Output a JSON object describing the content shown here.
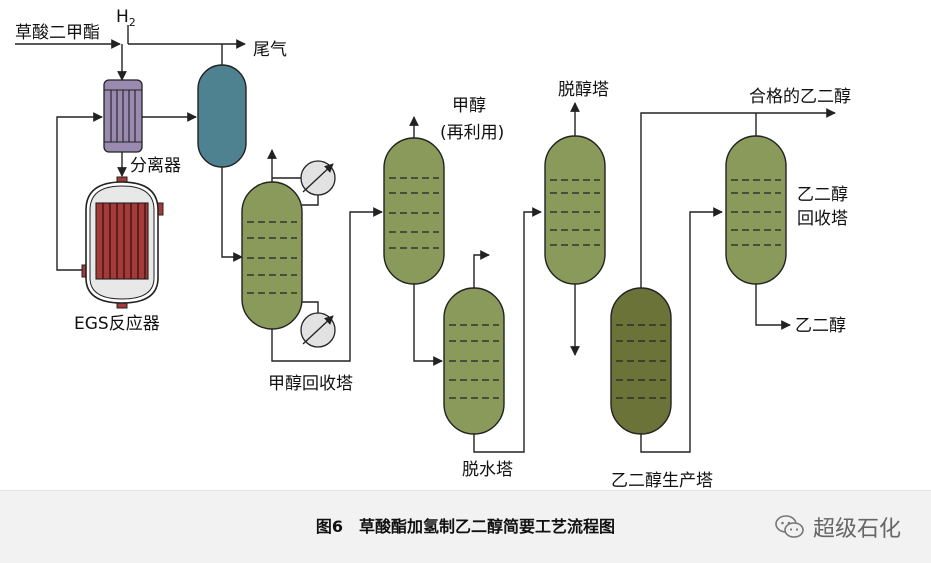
{
  "labels": {
    "feed": "草酸二甲酯",
    "h2": "H",
    "h2_sub": "2",
    "tail_gas": "尾气",
    "separator": "分离器",
    "egs_reactor": "EGS反应器",
    "methanol_recovery_tower": "甲醇回收塔",
    "methanol": "甲醇",
    "methanol_reuse": "(再利用)",
    "dealcohol_tower": "脱醇塔",
    "dehydration_tower": "脱水塔",
    "qualified_eg": "合格的乙二醇",
    "eg_recovery_tower_1": "乙二醇",
    "eg_recovery_tower_2": "回收塔",
    "eg_out": "乙二醇",
    "eg_production_tower": "乙二醇生产塔"
  },
  "caption": "图6　草酸酯加氢制乙二醇简要工艺流程图",
  "watermark": "超级石化",
  "colors": {
    "column_green": "#8a9a5b",
    "column_dark": "#6b7339",
    "separator_blue": "#4f8291",
    "exchanger_purple": "#9a8ab0",
    "reactor_tubes": "#a33b3b",
    "line": "#222222"
  }
}
